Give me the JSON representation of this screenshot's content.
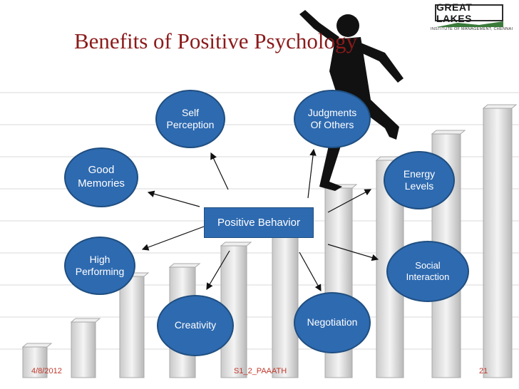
{
  "slide": {
    "title": "Benefits of Positive Psychology",
    "logo": {
      "name": "GREAT LAKES",
      "subtitle": "INSTITUTE OF MANAGEMENT, CHENNAI"
    },
    "center": "Positive Behavior",
    "nodes": {
      "self_perception": "Self\nPerception",
      "judgments_of_others": "Judgments\nOf Others",
      "good_memories": "Good\nMemories",
      "energy_levels": "Energy\nLevels",
      "high_performing": "High\nPerforming",
      "social_interaction": "Social\nInteraction",
      "creativity": "Creativity",
      "negotiation": "Negotiation"
    },
    "footer": {
      "date": "4/8/2012",
      "code": "S1_2_PAAATH",
      "page": "21"
    }
  }
}
